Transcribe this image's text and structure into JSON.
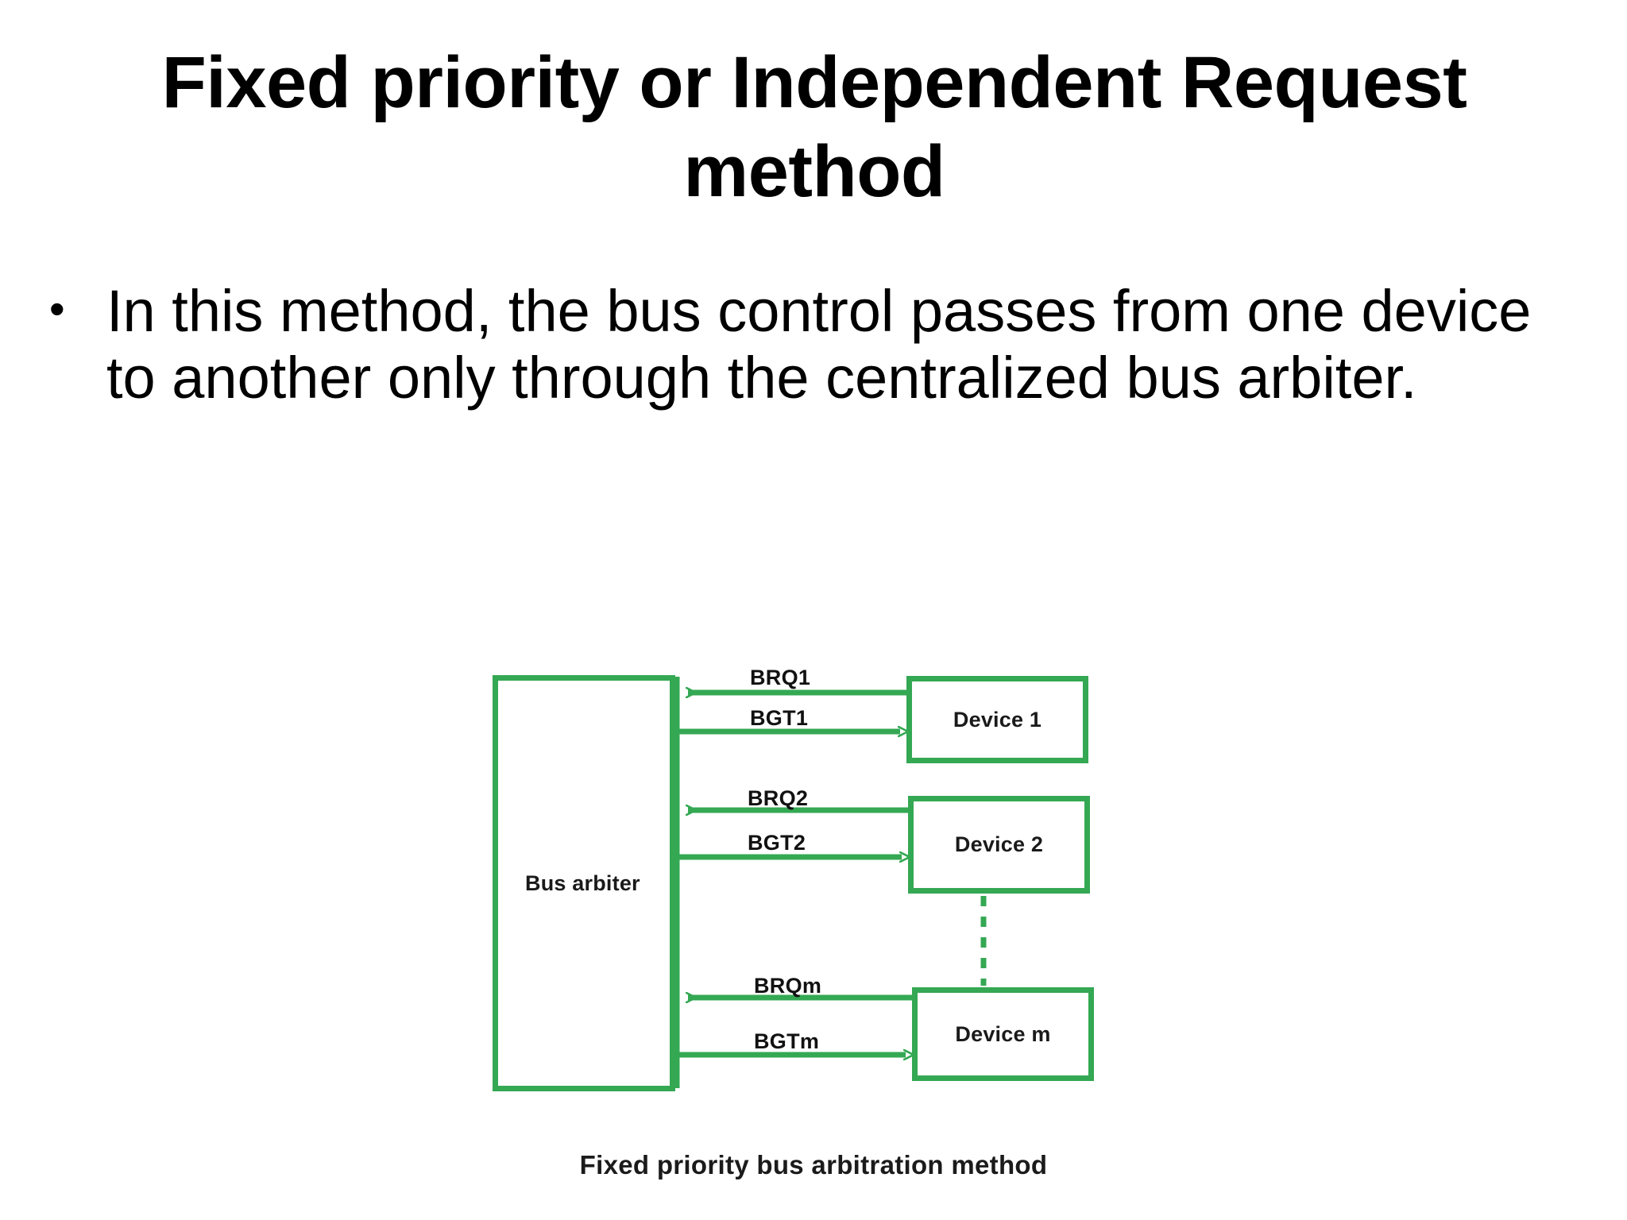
{
  "slide": {
    "title": "Fixed priority or Independent Request method",
    "bullets": [
      {
        "marker": "•",
        "text": "In this method, the bus control passes from one device to another only through the centralized bus arbiter."
      }
    ]
  },
  "diagram": {
    "caption": "Fixed priority bus arbitration method",
    "accent_color": "#34a853",
    "boxes": {
      "arbiter": "Bus arbiter",
      "device_1": "Device 1",
      "device_2": "Device 2",
      "device_m": "Device m"
    },
    "signals": {
      "brq1": "BRQ1",
      "bgt1": "BGT1",
      "brq2": "BRQ2",
      "bgt2": "BGT2",
      "brqm": "BRQm",
      "bgtm": "BGTm"
    }
  }
}
